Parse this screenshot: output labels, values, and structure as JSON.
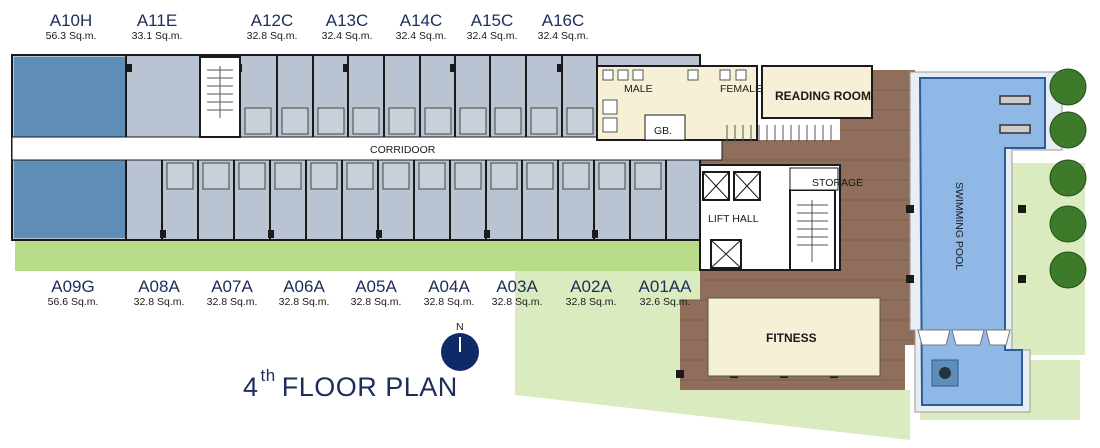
{
  "title": {
    "prefix": "4",
    "sup": "th",
    "main": "FLOOR PLAN"
  },
  "compass": {
    "label": "N"
  },
  "rooms": {
    "corridor": "CORRIDOOR",
    "male": "MALE",
    "female": "FEMALE",
    "reading_room": "READING ROOM",
    "gb": "GB.",
    "lift_hall": "LIFT HALL",
    "storage": "STORAGE",
    "swimming_pool": "SWIMMING POOL",
    "fitness": "FITNESS"
  },
  "units_top": [
    {
      "code": "A10H",
      "area": "56.3 Sq.m."
    },
    {
      "code": "A11E",
      "area": "33.1 Sq.m."
    },
    {
      "code": "A12C",
      "area": "32.8 Sq.m."
    },
    {
      "code": "A13C",
      "area": "32.4 Sq.m."
    },
    {
      "code": "A14C",
      "area": "32.4 Sq.m."
    },
    {
      "code": "A15C",
      "area": "32.4 Sq.m."
    },
    {
      "code": "A16C",
      "area": "32.4 Sq.m."
    }
  ],
  "units_bottom": [
    {
      "code": "A09G",
      "area": "56.6 Sq.m."
    },
    {
      "code": "A08A",
      "area": "32.8 Sq.m."
    },
    {
      "code": "A07A",
      "area": "32.8 Sq.m."
    },
    {
      "code": "A06A",
      "area": "32.8 Sq.m."
    },
    {
      "code": "A05A",
      "area": "32.8 Sq.m."
    },
    {
      "code": "A04A",
      "area": "32.8 Sq.m."
    },
    {
      "code": "A03A",
      "area": "32.8 Sq.m."
    },
    {
      "code": "A02A",
      "area": "32.8 Sq.m."
    },
    {
      "code": "A01AA",
      "area": "32.6 Sq.m."
    }
  ],
  "colors": {
    "unit_fill": "#b9c3d1",
    "corner_unit_fill": "#5e8db8",
    "corridor_fill": "#ffffff",
    "garden_fill": "#d9ebbf",
    "garden_strip": "#a9d47a",
    "deck_fill": "#8f6f5c",
    "pool_fill": "#8fb8e6",
    "wall": "#1a1a1a",
    "text_dark": "#1d2d5c",
    "service_fill": "#f5f0d6"
  }
}
